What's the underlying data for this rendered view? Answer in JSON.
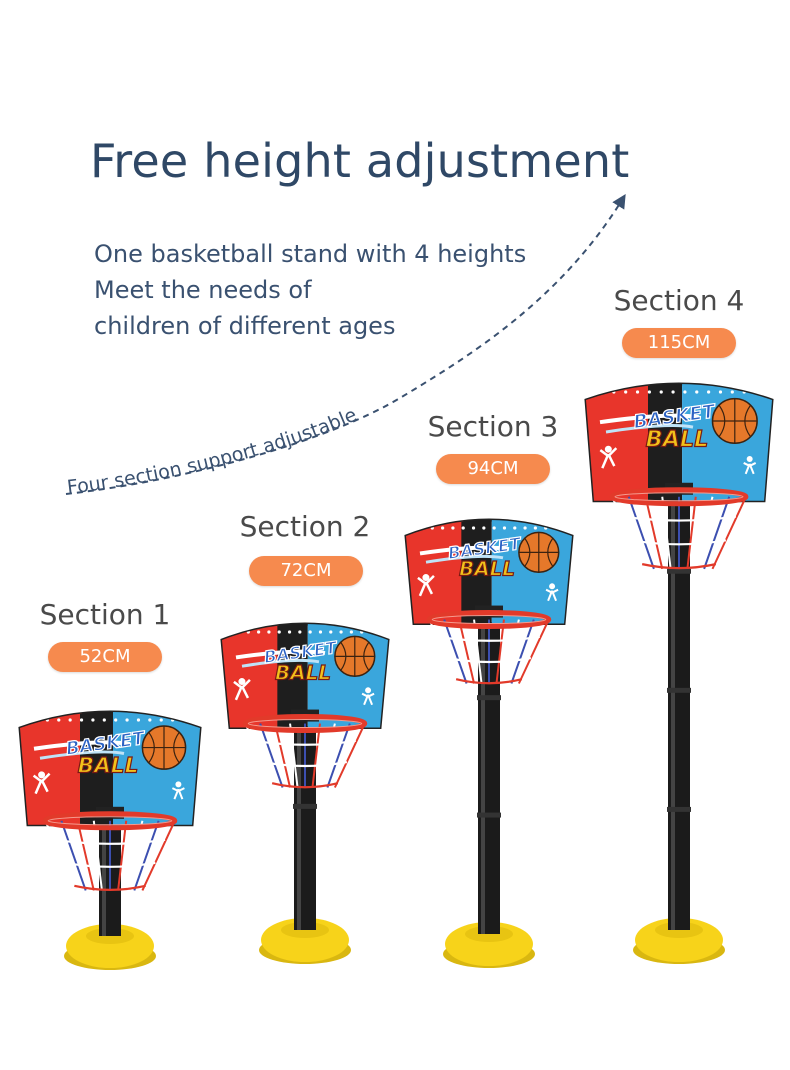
{
  "headline": "Free height adjustment",
  "sublines": [
    "One basketball stand with 4 heights",
    "Meet the needs of",
    "children of different ages"
  ],
  "arrow_caption": "Four section support adjustable",
  "sections": [
    {
      "label": "Section 1",
      "height": "52CM"
    },
    {
      "label": "Section 2",
      "height": "72CM"
    },
    {
      "label": "Section 3",
      "height": "94CM"
    },
    {
      "label": "Section 4",
      "height": "115CM"
    }
  ],
  "backboard_text": {
    "top": "BASKET",
    "bottom": "BALL"
  },
  "colors": {
    "headline": "#2f4866",
    "pill": "#f68a4e",
    "board_red": "#e8352b",
    "board_blue": "#3aa6dc",
    "board_black": "#1e1e1e",
    "base_yellow": "#f7d31a",
    "ball_orange": "#e5782a"
  }
}
